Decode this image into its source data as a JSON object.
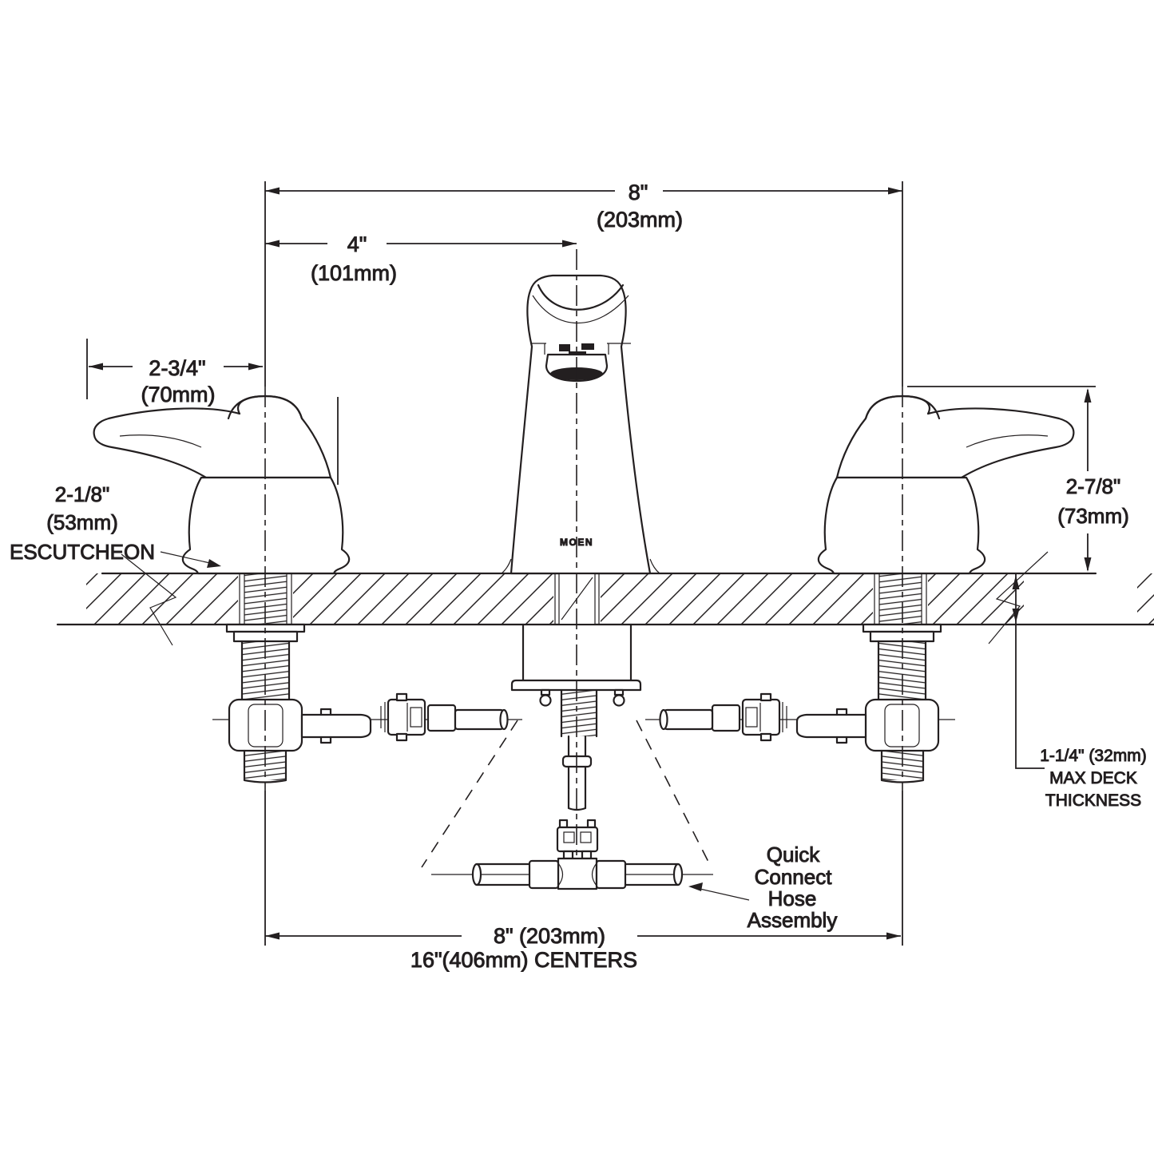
{
  "brand_mark": "MOEN",
  "colors": {
    "ink": "#231f20",
    "background": "#ffffff"
  },
  "dims": {
    "top_span": {
      "imperial": "8\"",
      "metric": "(203mm)"
    },
    "half_span": {
      "imperial": "4\"",
      "metric": "(101mm)"
    },
    "handle_reach": {
      "imperial": "2-3/4\"",
      "metric": "(70mm)"
    },
    "escutcheon": {
      "imperial": "2-1/8\"",
      "metric": "(53mm)",
      "label": "ESCUTCHEON"
    },
    "handle_height": {
      "imperial": "2-7/8\"",
      "metric": "(73mm)"
    },
    "deck_thickness": {
      "line1": "1-1/4\" (32mm)",
      "line2": "MAX DECK",
      "line3": "THICKNESS"
    },
    "bottom_span": {
      "line1": "8\" (203mm)",
      "line2": "16\"(406mm) CENTERS"
    }
  },
  "callouts": {
    "hose": {
      "line1": "Quick",
      "line2": "Connect",
      "line3": "Hose",
      "line4": "Assembly"
    }
  }
}
